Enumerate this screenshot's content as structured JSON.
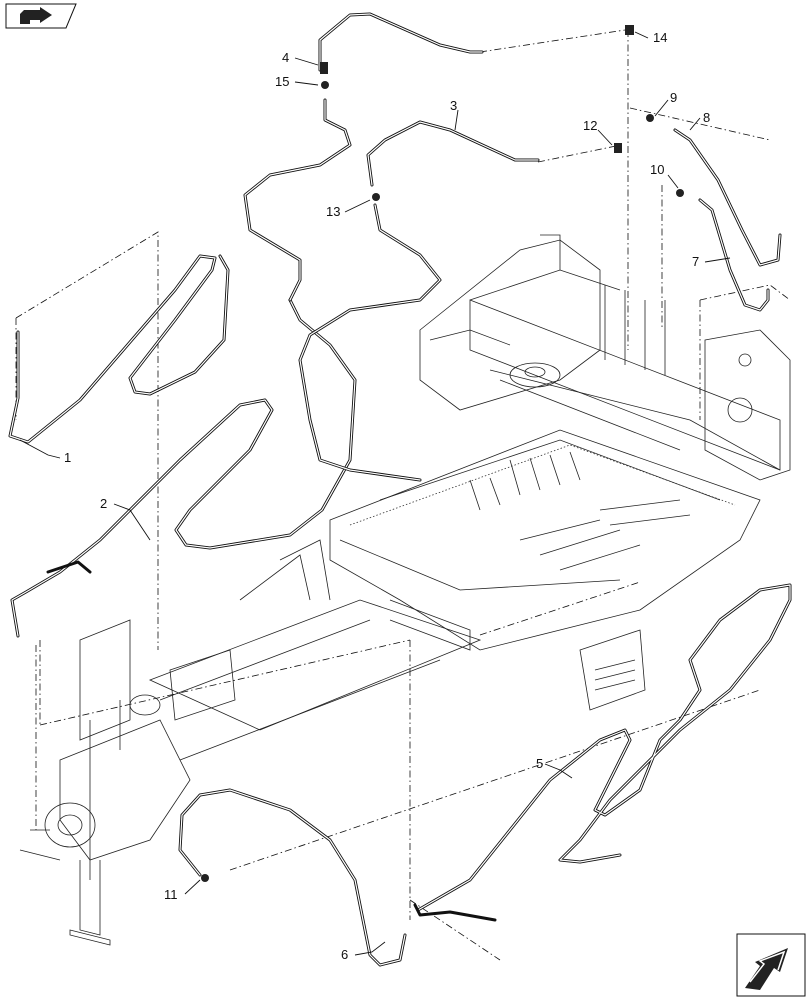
{
  "callouts": [
    {
      "id": "1",
      "text": "1"
    },
    {
      "id": "2",
      "text": "2"
    },
    {
      "id": "3",
      "text": "3"
    },
    {
      "id": "4",
      "text": "4"
    },
    {
      "id": "5",
      "text": "5"
    },
    {
      "id": "6",
      "text": "6"
    },
    {
      "id": "7",
      "text": "7"
    },
    {
      "id": "8",
      "text": "8"
    },
    {
      "id": "9",
      "text": "9"
    },
    {
      "id": "10",
      "text": "10"
    },
    {
      "id": "11",
      "text": "11"
    },
    {
      "id": "12",
      "text": "12"
    },
    {
      "id": "13",
      "text": "13"
    },
    {
      "id": "14",
      "text": "14"
    },
    {
      "id": "15",
      "text": "15"
    }
  ],
  "icons": {
    "top_left": "book-arrow-icon",
    "bottom_right": "direction-arrow-icon"
  }
}
